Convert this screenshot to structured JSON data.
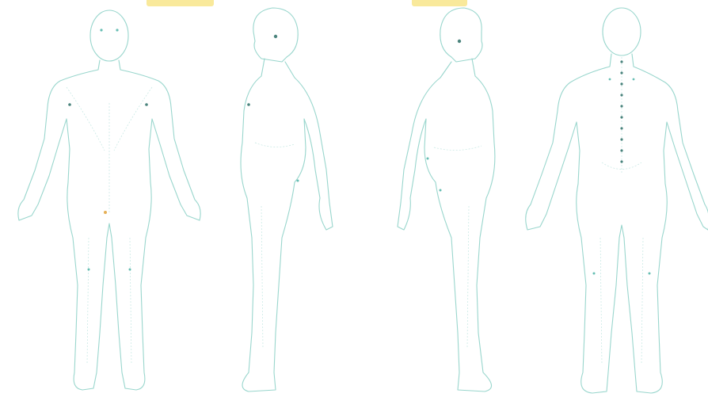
{
  "colors": {
    "background": "#ffffff",
    "outline": "#8ed1c8",
    "detail": "#a9ddd5",
    "meridian_point": "#4bb3a6",
    "dark_point": "#2c6e66",
    "accent_point": "#e0a23a",
    "highlight": "#f7e27a"
  },
  "figures": [
    {
      "view": "front"
    },
    {
      "view": "right-side"
    },
    {
      "view": "left-side"
    },
    {
      "view": "back"
    }
  ]
}
